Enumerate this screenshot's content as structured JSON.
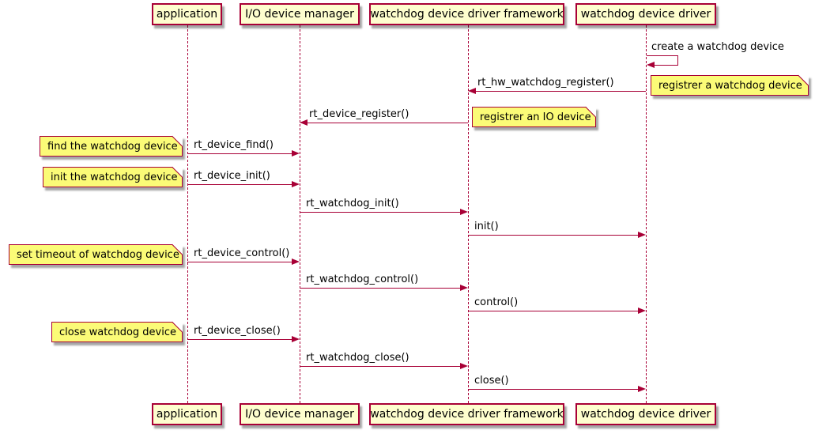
{
  "colors": {
    "border_and_arrow": "#A80036",
    "participant_fill": "#FEFECE",
    "note_fill": "#FBFB77",
    "background": "#FFFFFF",
    "text": "#000000"
  },
  "participants": [
    {
      "label": "application"
    },
    {
      "label": "I/O device manager"
    },
    {
      "label": "watchdog device driver framework"
    },
    {
      "label": "watchdog device driver"
    }
  ],
  "messages": [
    {
      "label": "create a watchdog device",
      "from": "watchdog device driver",
      "to": "watchdog device driver",
      "type": "self"
    },
    {
      "label": "rt_hw_watchdog_register()",
      "from": "watchdog device driver",
      "to": "watchdog device driver framework",
      "type": "left"
    },
    {
      "label": "rt_device_register()",
      "from": "watchdog device driver framework",
      "to": "I/O device manager",
      "type": "left"
    },
    {
      "label": "rt_device_find()",
      "from": "application",
      "to": "I/O device manager",
      "type": "right"
    },
    {
      "label": "rt_device_init()",
      "from": "application",
      "to": "I/O device manager",
      "type": "right"
    },
    {
      "label": "rt_watchdog_init()",
      "from": "I/O device manager",
      "to": "watchdog device driver framework",
      "type": "right"
    },
    {
      "label": "init()",
      "from": "watchdog device driver framework",
      "to": "watchdog device driver",
      "type": "right"
    },
    {
      "label": "rt_device_control()",
      "from": "application",
      "to": "I/O device manager",
      "type": "right"
    },
    {
      "label": "rt_watchdog_control()",
      "from": "I/O device manager",
      "to": "watchdog device driver framework",
      "type": "right"
    },
    {
      "label": "control()",
      "from": "watchdog device driver framework",
      "to": "watchdog device driver",
      "type": "right"
    },
    {
      "label": "rt_device_close()",
      "from": "application",
      "to": "I/O device manager",
      "type": "right"
    },
    {
      "label": "rt_watchdog_close()",
      "from": "I/O device manager",
      "to": "watchdog device driver framework",
      "type": "right"
    },
    {
      "label": "close()",
      "from": "watchdog device driver framework",
      "to": "watchdog device driver",
      "type": "right"
    }
  ],
  "notes": [
    {
      "label": "registrer a watchdog device"
    },
    {
      "label": "registrer an IO device"
    },
    {
      "label": "find the watchdog device"
    },
    {
      "label": "init the watchdog device"
    },
    {
      "label": "set timeout of watchdog device"
    },
    {
      "label": "close watchdog device"
    }
  ]
}
